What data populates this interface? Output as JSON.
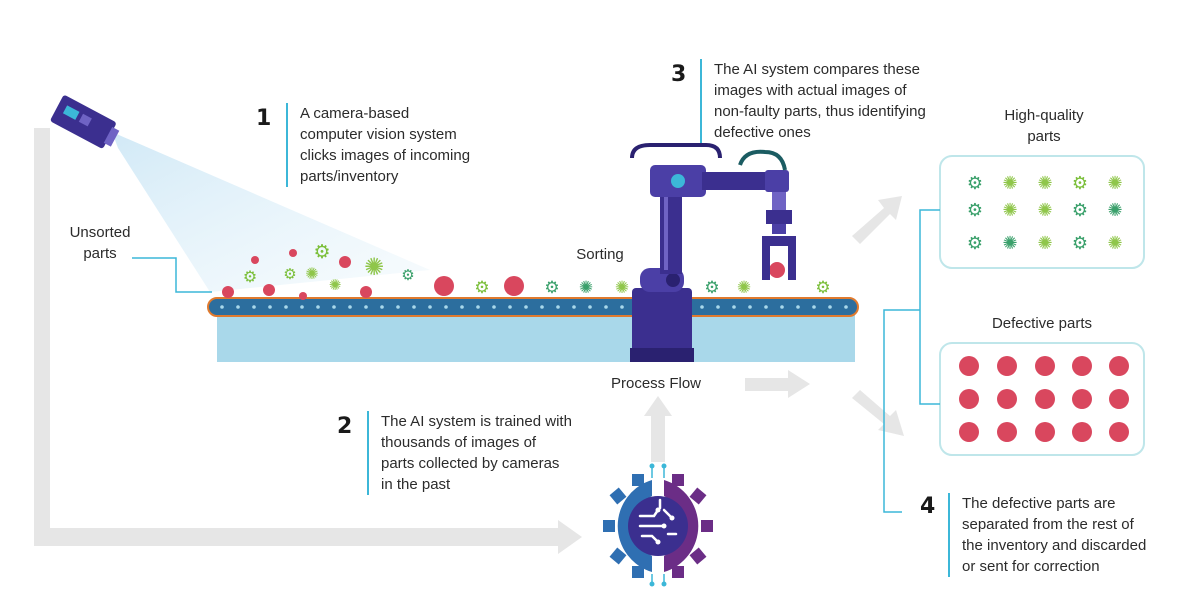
{
  "colors": {
    "accent": "#3cb7d8",
    "conveyor_blue": "#2c6e9e",
    "conveyor_base": "#a9d8ea",
    "defect_red": "#d9475e",
    "good_green": "#7bbf3a",
    "robot_purple": "#3b2f8f",
    "arrow_gray": "#e6e6e6",
    "panel_border": "#bfe6ea"
  },
  "icons": [
    "camera-icon",
    "robot-arm-icon",
    "ai-gear-chip-icon",
    "gear-icon"
  ],
  "labels": {
    "unsorted": [
      "Unsorted",
      "parts"
    ],
    "sorting": "Sorting",
    "process_flow": "Process Flow",
    "high_quality": [
      "High-quality",
      "parts"
    ],
    "defective": "Defective parts"
  },
  "steps": [
    {
      "number": "1",
      "lines": [
        "A camera-based",
        "computer vision system",
        "clicks images of incoming",
        "parts/inventory"
      ]
    },
    {
      "number": "2",
      "lines": [
        "The AI system is trained with",
        "thousands of images of",
        "parts collected by cameras",
        "in the past"
      ]
    },
    {
      "number": "3",
      "lines": [
        "The AI system compares these",
        "images with actual images of",
        "non-faulty parts, thus identifying",
        "defective ones"
      ]
    },
    {
      "number": "4",
      "lines": [
        "The defective parts are",
        "separated from the rest of",
        "the inventory and discarded",
        "or sent for correction"
      ]
    }
  ]
}
